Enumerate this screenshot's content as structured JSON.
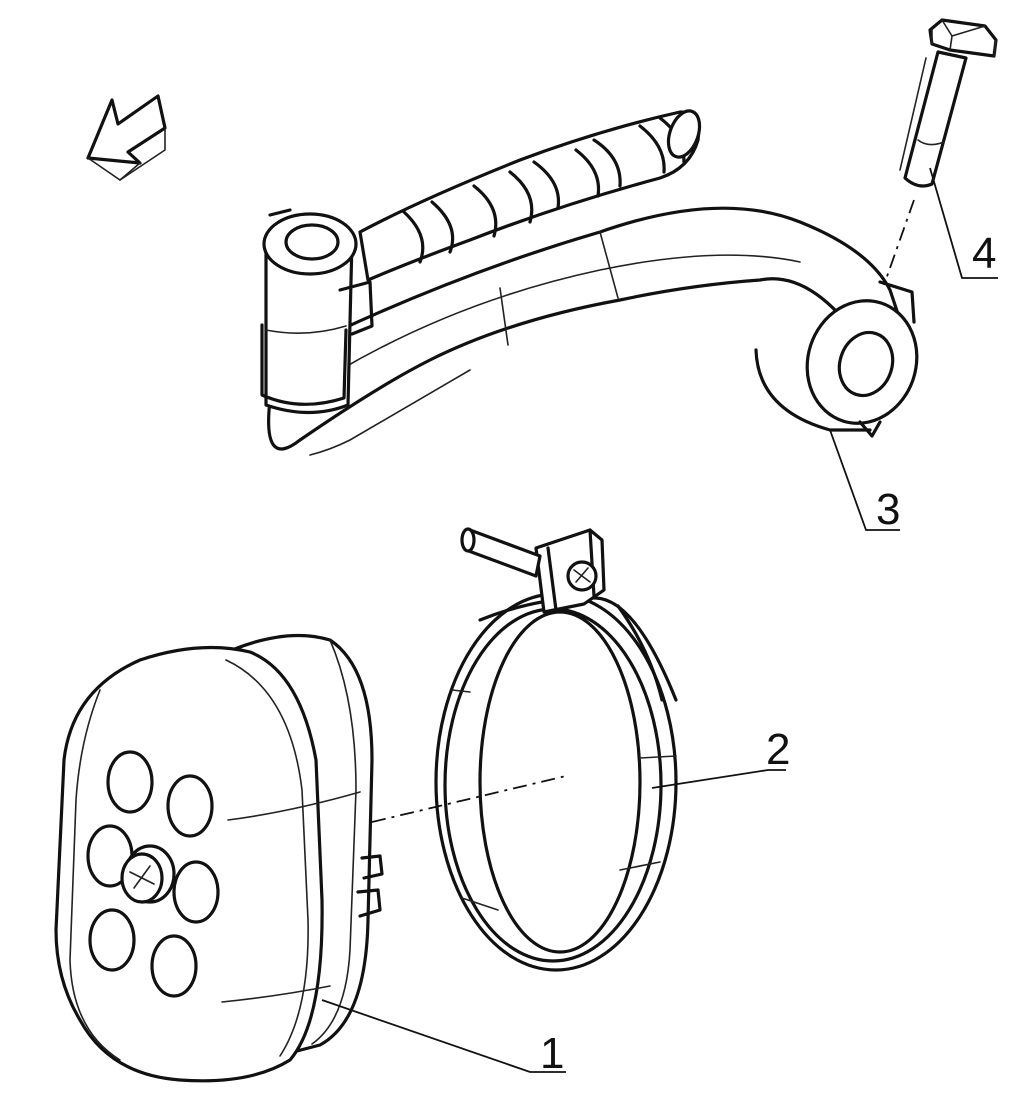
{
  "callouts": {
    "part1": "1",
    "part2": "2",
    "part3": "3",
    "part4": "4"
  },
  "parts": [
    {
      "id": "1",
      "name": "rear-reflector-icon"
    },
    {
      "id": "2",
      "name": "mounting-clamp-icon"
    },
    {
      "id": "3",
      "name": "passenger-footrest-bracket-icon"
    },
    {
      "id": "4",
      "name": "bolt-icon"
    }
  ],
  "icons": {
    "direction": "direction-arrow-icon"
  },
  "colors": {
    "line": "#111111",
    "background": "#ffffff"
  }
}
